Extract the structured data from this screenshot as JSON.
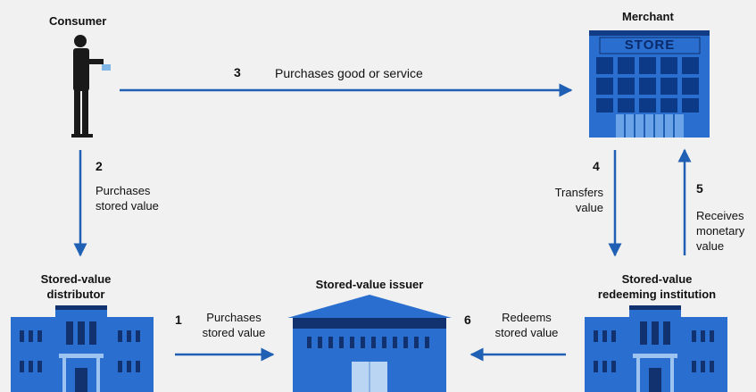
{
  "nodes": {
    "consumer": "Consumer",
    "merchant": "Merchant",
    "store_sign": "STORE",
    "distributor_line1": "Stored-value",
    "distributor_line2": "distributor",
    "issuer": "Stored-value issuer",
    "redeeming_line1": "Stored-value",
    "redeeming_line2": "redeeming institution"
  },
  "steps": [
    {
      "number": "1",
      "line1": "Purchases",
      "line2": "stored value"
    },
    {
      "number": "2",
      "line1": "Purchases",
      "line2": "stored value"
    },
    {
      "number": "3",
      "line1": "Purchases good or service"
    },
    {
      "number": "4",
      "line1": "Transfers",
      "line2": "value"
    },
    {
      "number": "5",
      "line1": "Receives",
      "line2": "monetary",
      "line3": "value"
    },
    {
      "number": "6",
      "line1": "Redeems",
      "line2": "stored value"
    }
  ],
  "colors": {
    "arrow": "#1f5fb4",
    "building": "#2a6fd0",
    "building_dark": "#12316f",
    "background": "#f1f1f1"
  }
}
